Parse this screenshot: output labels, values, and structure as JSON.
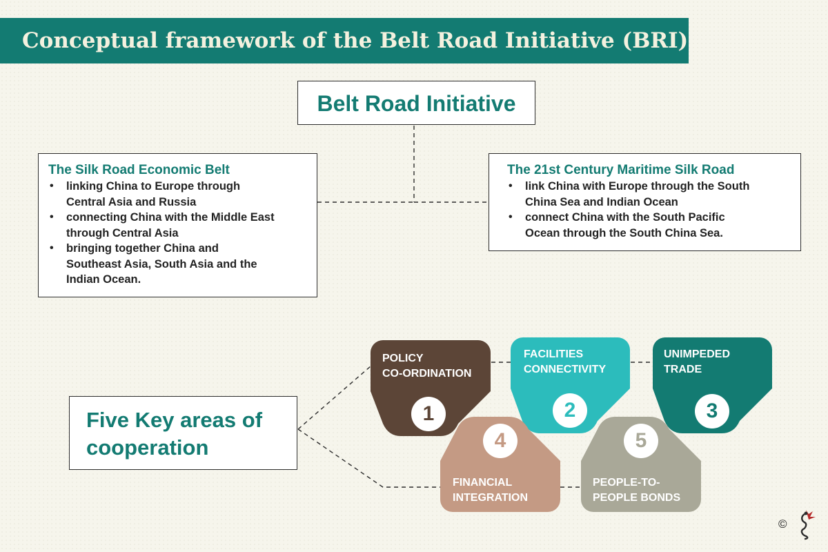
{
  "title": "Conceptual framework of the Belt Road Initiative (BRI)",
  "root": {
    "label": "Belt Road Initiative"
  },
  "branches": [
    {
      "title": "The Silk Road Economic Belt",
      "bullets": [
        [
          "linking China to Europe through",
          "Central Asia and Russia"
        ],
        [
          "connecting China with the Middle East",
          "through Central Asia"
        ],
        [
          "bringing together China and",
          "Southeast Asia, South Asia and the",
          "Indian Ocean."
        ]
      ]
    },
    {
      "title": "The 21st Century Maritime Silk Road",
      "bullets": [
        [
          "link China with Europe through the South",
          "China Sea and Indian Ocean"
        ],
        [
          "connect China with the South Pacific",
          "Ocean through the South China Sea."
        ]
      ]
    }
  ],
  "bullet_symbol": "•",
  "cooperation": {
    "title": [
      "Five Key areas of",
      "cooperation"
    ],
    "areas": [
      {
        "number": "1",
        "lines": [
          "POLICY",
          "CO-ORDINATION"
        ],
        "color": "#5c4537"
      },
      {
        "number": "2",
        "lines": [
          "FACILITIES",
          "CONNECTIVITY"
        ],
        "color": "#2cbcbc"
      },
      {
        "number": "3",
        "lines": [
          "UNIMPEDED",
          "TRADE"
        ],
        "color": "#137b72"
      },
      {
        "number": "4",
        "lines": [
          "FINANCIAL",
          "INTEGRATION"
        ],
        "color": "#c49a84"
      },
      {
        "number": "5",
        "lines": [
          "PEOPLE-TO-",
          "PEOPLE BONDS"
        ],
        "color": "#a9a898"
      }
    ]
  },
  "copyright_symbol": "©",
  "logo_icon": "bird-logo-icon",
  "colors": {
    "banner": "#137b72",
    "accent": "#137b72",
    "banner_text": "#f4f1df",
    "background": "#f6f5ec"
  }
}
